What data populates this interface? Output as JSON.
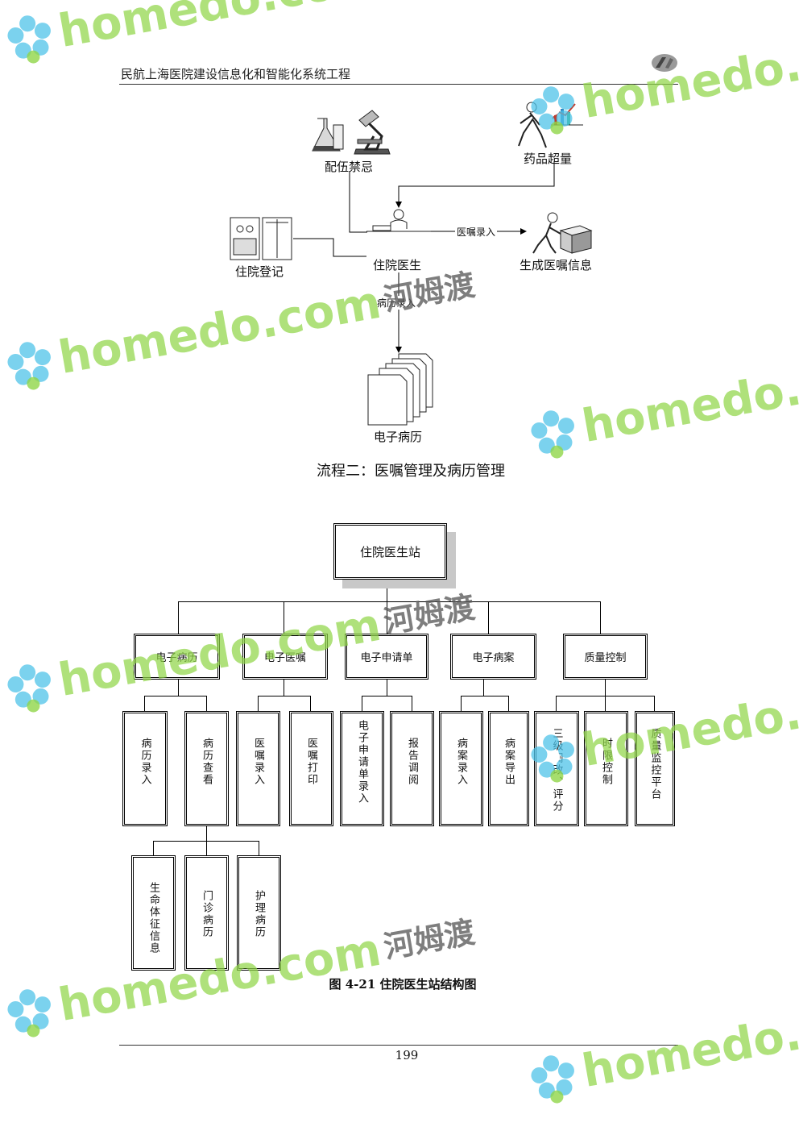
{
  "header": {
    "title": "民航上海医院建设信息化和智能化系统工程"
  },
  "page_number": "199",
  "flow": {
    "incompat": "配伍禁忌",
    "overdose": "药品超量",
    "admission": "住院登记",
    "doctor": "住院医生",
    "order_entry": "医嘱录入",
    "generate_orders": "生成医嘱信息",
    "record_entry": "病历录入",
    "emr": "电子病历",
    "caption": "流程二：医嘱管理及病历管理"
  },
  "org": {
    "root": "住院医生站",
    "level1": [
      "电子病历",
      "电子医嘱",
      "电子申请单",
      "电子病案",
      "质量控制"
    ],
    "level2": [
      "病历录入",
      "病历查看",
      "医嘱录入",
      "医嘱打印",
      "电子申请单录入",
      "报告调阅",
      "病案录入",
      "病案导出",
      "三级阅改、评分",
      "时限控制",
      "质量监控平台"
    ],
    "level3": [
      "生命体征信息",
      "门诊病历",
      "护理病历"
    ],
    "caption": "图 4-21 住院医生站结构图"
  },
  "watermark": {
    "site": "homedo.com",
    "brand": "河姆渡"
  },
  "colors": {
    "watermark_green": "#90d648",
    "watermark_flower": "#4fc3e8"
  }
}
